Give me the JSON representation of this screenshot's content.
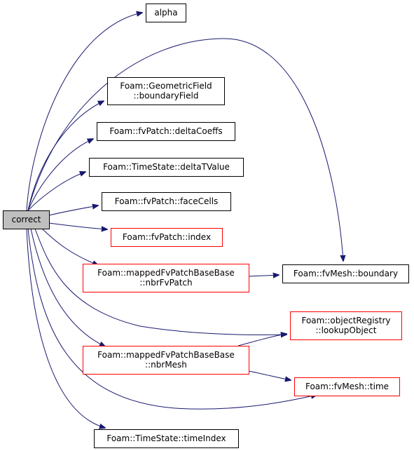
{
  "colors": {
    "edge": "#191970",
    "root_fill": "#bfbfbf",
    "border_normal": "#000000",
    "border_red": "#ff0000"
  },
  "nodes": [
    {
      "id": "correct",
      "lines": [
        "correct"
      ],
      "style": "root"
    },
    {
      "id": "alpha",
      "lines": [
        "alpha"
      ],
      "style": "normal"
    },
    {
      "id": "boundaryField",
      "lines": [
        "Foam::GeometricField",
        "::boundaryField"
      ],
      "style": "normal"
    },
    {
      "id": "deltaCoeffs",
      "lines": [
        "Foam::fvPatch::deltaCoeffs"
      ],
      "style": "normal"
    },
    {
      "id": "deltaTValue",
      "lines": [
        "Foam::TimeState::deltaTValue"
      ],
      "style": "normal"
    },
    {
      "id": "faceCells",
      "lines": [
        "Foam::fvPatch::faceCells"
      ],
      "style": "normal"
    },
    {
      "id": "index",
      "lines": [
        "Foam::fvPatch::index"
      ],
      "style": "red"
    },
    {
      "id": "nbrFvPatch",
      "lines": [
        "Foam::mappedFvPatchBaseBase",
        "::nbrFvPatch"
      ],
      "style": "red"
    },
    {
      "id": "boundary",
      "lines": [
        "Foam::fvMesh::boundary"
      ],
      "style": "normal"
    },
    {
      "id": "lookupObject",
      "lines": [
        "Foam::objectRegistry",
        "::lookupObject"
      ],
      "style": "red"
    },
    {
      "id": "nbrMesh",
      "lines": [
        "Foam::mappedFvPatchBaseBase",
        "::nbrMesh"
      ],
      "style": "red"
    },
    {
      "id": "time",
      "lines": [
        "Foam::fvMesh::time"
      ],
      "style": "red"
    },
    {
      "id": "timeIndex",
      "lines": [
        "Foam::TimeState::timeIndex"
      ],
      "style": "normal"
    }
  ],
  "edges": [
    {
      "from": "correct",
      "to": "alpha"
    },
    {
      "from": "correct",
      "to": "boundary"
    },
    {
      "from": "correct",
      "to": "boundaryField"
    },
    {
      "from": "correct",
      "to": "deltaCoeffs"
    },
    {
      "from": "correct",
      "to": "deltaTValue"
    },
    {
      "from": "correct",
      "to": "faceCells"
    },
    {
      "from": "correct",
      "to": "index"
    },
    {
      "from": "correct",
      "to": "nbrFvPatch"
    },
    {
      "from": "correct",
      "to": "lookupObject"
    },
    {
      "from": "correct",
      "to": "nbrMesh"
    },
    {
      "from": "correct",
      "to": "time"
    },
    {
      "from": "correct",
      "to": "timeIndex"
    },
    {
      "from": "nbrFvPatch",
      "to": "boundary"
    },
    {
      "from": "nbrMesh",
      "to": "lookupObject"
    },
    {
      "from": "nbrMesh",
      "to": "time"
    }
  ]
}
